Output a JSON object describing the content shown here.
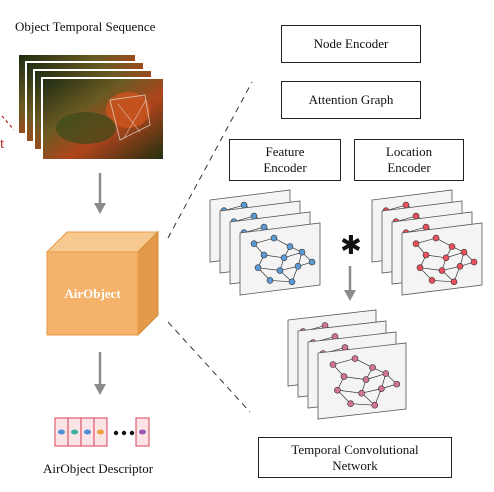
{
  "left": {
    "sequence_title": "Object Temporal Sequence",
    "partial_label": "t",
    "cube_label": "AirObject",
    "descriptor_label": "AirObject Descriptor"
  },
  "right": {
    "node_encoder": "Node Encoder",
    "attention_graph": "Attention Graph",
    "feature_encoder": "Feature\nEncoder",
    "location_encoder": "Location\nEncoder",
    "operator": "✱",
    "tcn": "Temporal Convolutional\nNetwork"
  },
  "colors": {
    "feature_nodes": "#5b9bd5",
    "location_nodes": "#e8505b",
    "combined_nodes": "#d4739a",
    "cube_front": "#f5b26b",
    "cube_top": "#f8c98f",
    "cube_side": "#e39a4a",
    "accent_text": "#b22222"
  }
}
